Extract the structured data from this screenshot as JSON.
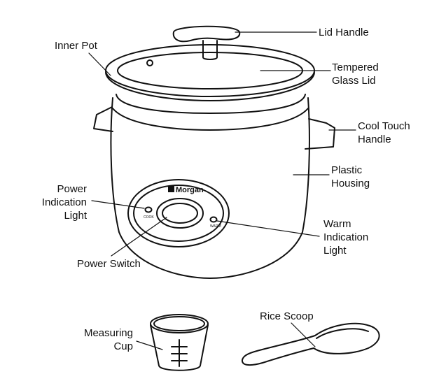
{
  "brand": "Morgan",
  "panel": {
    "cook": "COOK",
    "warm": "WARM"
  },
  "labels": {
    "lid_handle": [
      "Lid Handle"
    ],
    "inner_pot": [
      "Inner Pot"
    ],
    "glass_lid": [
      "Tempered",
      "Glass Lid"
    ],
    "cool_touch_handle": [
      "Cool Touch",
      "Handle"
    ],
    "plastic_housing": [
      "Plastic",
      "Housing"
    ],
    "power_light": [
      "Power",
      "Indication",
      "Light"
    ],
    "warm_light": [
      "Warm",
      "Indication",
      "Light"
    ],
    "power_switch": [
      "Power Switch"
    ],
    "measuring_cup": [
      "Measuring",
      "Cup"
    ],
    "rice_scoop": [
      "Rice Scoop"
    ]
  },
  "colors": {
    "ink": "#111111",
    "background": "#ffffff"
  }
}
